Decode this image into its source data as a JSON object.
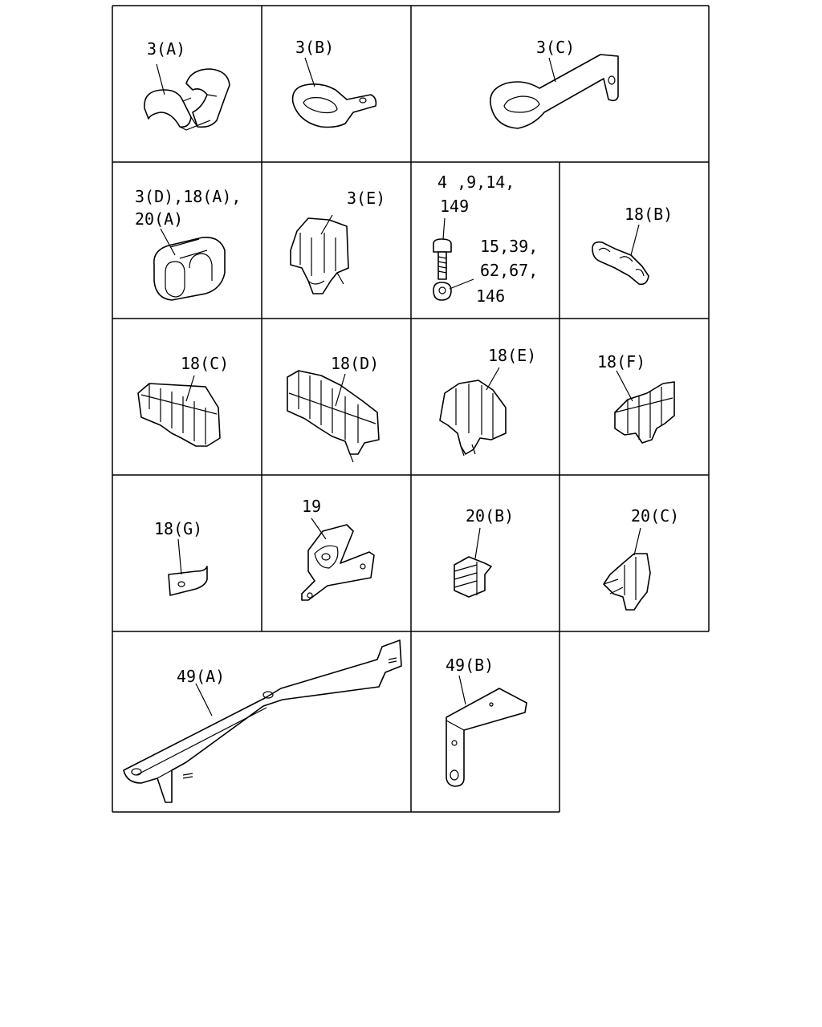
{
  "callouts": {
    "p3a": "3(A)",
    "p3b": "3(B)",
    "p3c": "3(C)",
    "p3d_1": "3(D),18(A),",
    "p3d_2": "20(A)",
    "p3e": "3(E)",
    "bolt_1": "4 ,9,14,",
    "bolt_2": "149",
    "nut_1": "15,39,",
    "nut_2": "62,67,",
    "nut_3": "146",
    "p18b": "18(B)",
    "p18c": "18(C)",
    "p18d": "18(D)",
    "p18e": "18(E)",
    "p18f": "18(F)",
    "p18g": "18(G)",
    "p19": "19",
    "p20b": "20(B)",
    "p20c": "20(C)",
    "p49a": "49(A)",
    "p49b": "49(B)"
  }
}
